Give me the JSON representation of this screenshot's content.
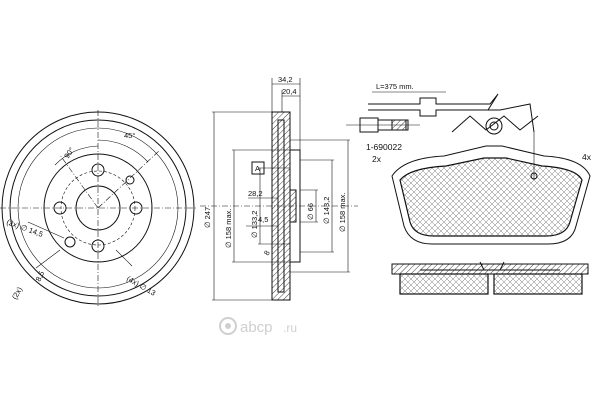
{
  "disc_front": {
    "angle_90": "90°",
    "angle_45": "45°",
    "hole_dia_a": "(2x) ∅ 14,5",
    "thread": "8,5",
    "holes_b": "(4x) ∅ 13",
    "count_c": "(2x)"
  },
  "disc_section": {
    "width_total": "34,2",
    "width_inner": "20,4",
    "detail_a": "A",
    "dia_247": "∅ 247",
    "dia_158_left": "∅ 158 max.",
    "dia_133": "∅ 133,2",
    "dim_28": "28,2",
    "dim_4_5": "4,5",
    "dia_66": "∅ 66",
    "dia_143": "∅ 143,2",
    "dia_158_right": "∅ 158 max.",
    "dim_8": "8"
  },
  "pad": {
    "sensor_length": "L=375 mm.",
    "part_number": "1-690022",
    "qty_sensor": "2x",
    "qty_pads": "4x"
  },
  "watermark": {
    "brand": "abcp",
    "domain": ".ru"
  }
}
